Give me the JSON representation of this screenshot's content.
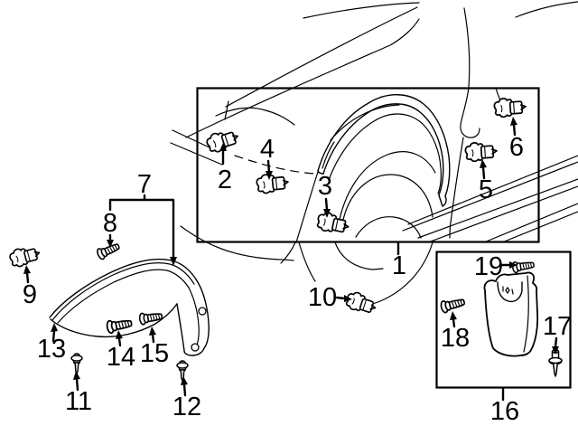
{
  "page": {
    "background": "#ffffff",
    "line_color": "#000000"
  },
  "diagram": {
    "type": "exploded-parts-diagram",
    "callouts": [
      {
        "number": "1",
        "part": "wheel-opening-moulding-on-vehicle"
      },
      {
        "number": "2",
        "part": "retainer-clip"
      },
      {
        "number": "3",
        "part": "retainer-clip"
      },
      {
        "number": "4",
        "part": "retainer-clip"
      },
      {
        "number": "5",
        "part": "retainer-clip"
      },
      {
        "number": "6",
        "part": "retainer-clip"
      },
      {
        "number": "7",
        "part": "moulding-assembly"
      },
      {
        "number": "8",
        "part": "screw"
      },
      {
        "number": "9",
        "part": "retainer-clip"
      },
      {
        "number": "10",
        "part": "retainer-clip"
      },
      {
        "number": "11",
        "part": "push-rivet"
      },
      {
        "number": "12",
        "part": "push-rivet"
      },
      {
        "number": "13",
        "part": "wheel-opening-moulding"
      },
      {
        "number": "14",
        "part": "bolt"
      },
      {
        "number": "15",
        "part": "screw"
      },
      {
        "number": "16",
        "part": "mud-guard-assembly"
      },
      {
        "number": "17",
        "part": "push-pin"
      },
      {
        "number": "18",
        "part": "bolt"
      },
      {
        "number": "19",
        "part": "screw"
      }
    ]
  }
}
